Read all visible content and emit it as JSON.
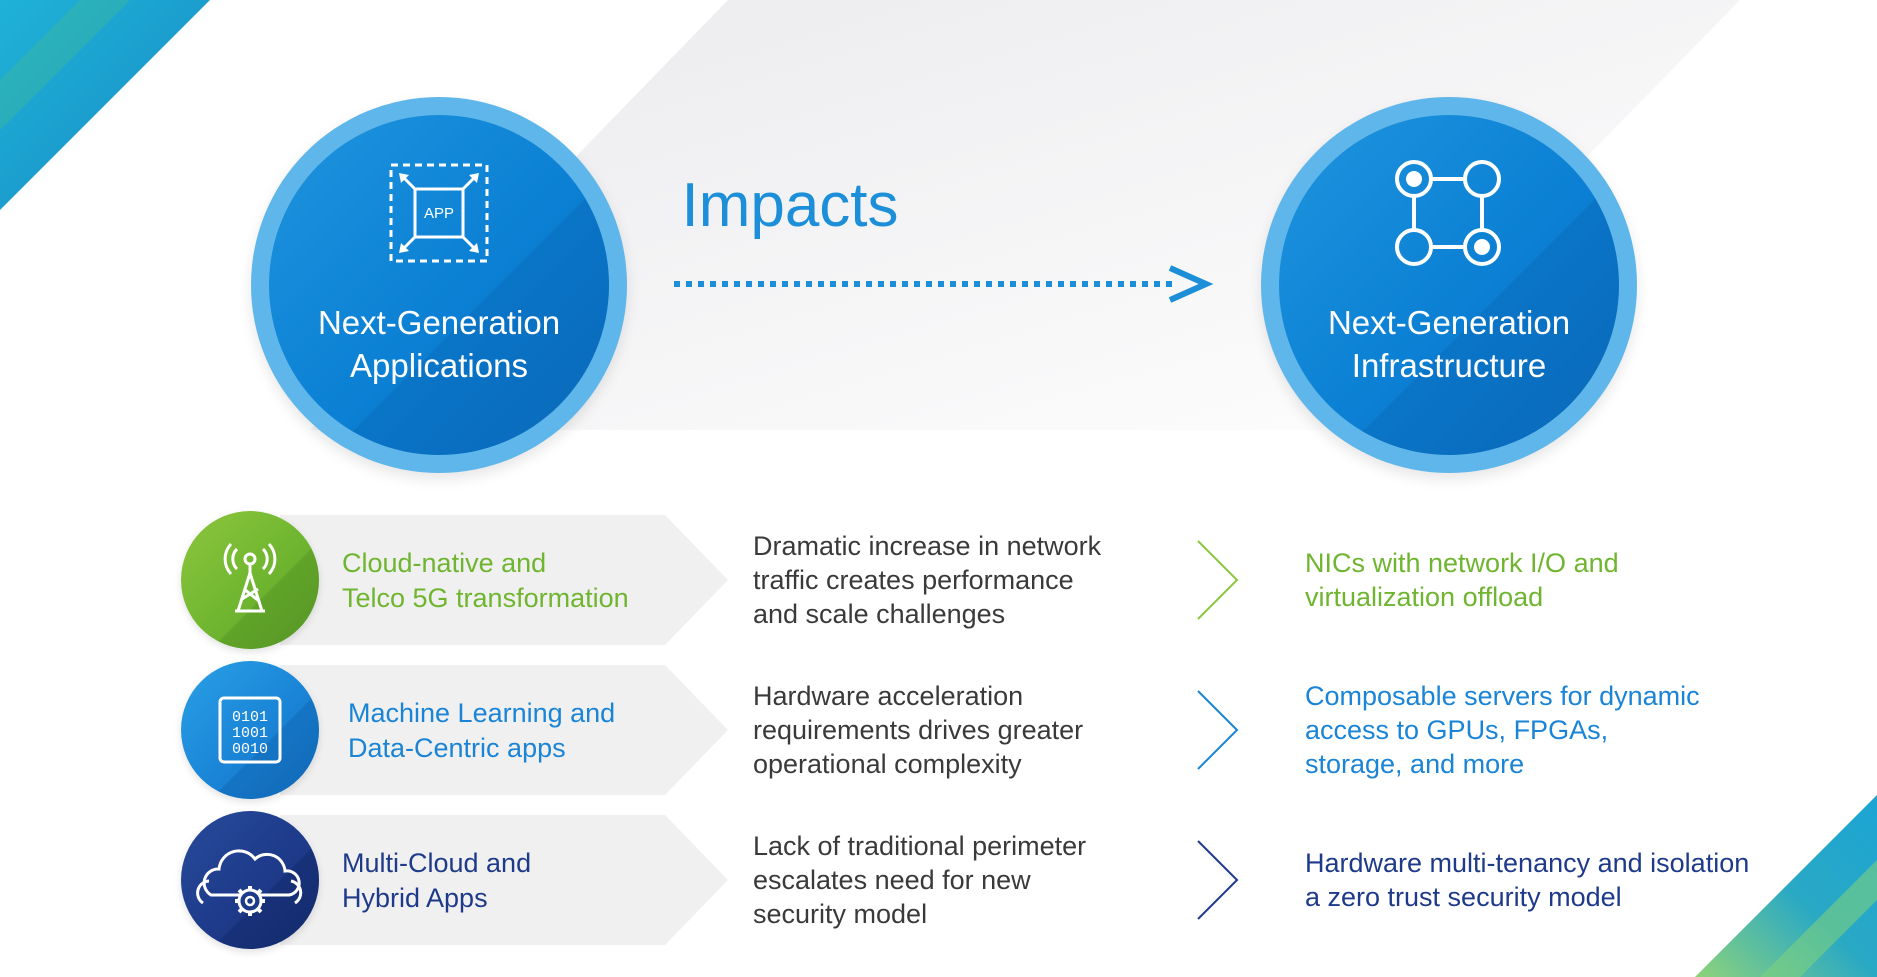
{
  "colors": {
    "blue": "#0b80d4",
    "light_blue_ring": "#5fb6ea",
    "green": "#6fb52f",
    "mid_blue": "#1a84d6",
    "navy": "#1e3a8a",
    "text_gray": "#3a3a3a",
    "impacts_blue": "#1d8fd9"
  },
  "source": {
    "title_line1": "Next-Generation",
    "title_line2": "Applications",
    "icon_label": "APP",
    "icon": "app-box-icon"
  },
  "target": {
    "title_line1": "Next-Generation",
    "title_line2": "Infrastructure",
    "icon": "network-nodes-icon"
  },
  "connector_label": "Impacts",
  "rows": [
    {
      "title_line1": "Cloud-native and",
      "title_line2": "Telco 5G transformation",
      "icon": "cell-tower-icon",
      "impact_lines": [
        "Dramatic increase in network",
        "traffic creates performance",
        "and scale challenges"
      ],
      "result_lines": [
        "NICs with network I/O and",
        "virtualization offload"
      ]
    },
    {
      "title_line1": "Machine Learning and",
      "title_line2": "Data-Centric apps",
      "icon": "binary-data-icon",
      "icon_text": [
        "0101",
        "1001",
        "0010"
      ],
      "impact_lines": [
        "Hardware acceleration",
        "requirements drives greater",
        "operational complexity"
      ],
      "result_lines": [
        "Composable servers for dynamic",
        "access to GPUs, FPGAs,",
        "storage, and more"
      ]
    },
    {
      "title_line1": "Multi-Cloud and",
      "title_line2": "Hybrid Apps",
      "icon": "cloud-gear-icon",
      "impact_lines": [
        "Lack of traditional perimeter",
        "escalates need for new",
        "security model"
      ],
      "result_lines": [
        "Hardware multi-tenancy and isolation",
        "a zero trust security model"
      ]
    }
  ]
}
